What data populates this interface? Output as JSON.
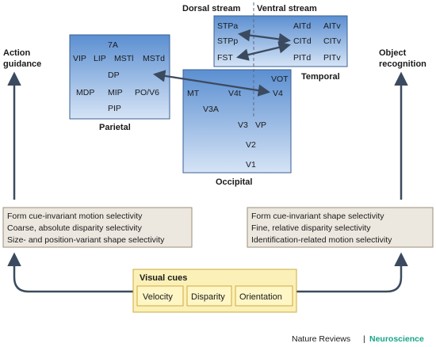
{
  "streams": {
    "dorsal": "Dorsal stream",
    "ventral": "Ventral stream"
  },
  "sides": {
    "left_line1": "Action",
    "left_line2": "guidance",
    "right_line1": "Object",
    "right_line2": "recognition"
  },
  "regions": {
    "parietal": {
      "title": "Parietal",
      "areas": [
        "7A",
        "VIP",
        "LIP",
        "MSTl",
        "MSTd",
        "DP",
        "MDP",
        "MIP",
        "PO/V6",
        "PIP"
      ]
    },
    "temporal": {
      "title": "Temporal",
      "areas": [
        "STPa",
        "AITd",
        "AITv",
        "STPp",
        "CITd",
        "CITv",
        "FST",
        "PITd",
        "PITv"
      ]
    },
    "occipital": {
      "title": "Occipital",
      "areas": [
        "VOT",
        "MT",
        "V4t",
        "V4",
        "V3A",
        "V3",
        "VP",
        "V2",
        "V1"
      ]
    }
  },
  "dorsal_properties": [
    "Form cue-invariant motion selectivity",
    "Coarse, absolute disparity selectivity",
    "Size- and position-variant shape selectivity"
  ],
  "ventral_properties": [
    "Form cue-invariant shape selectivity",
    "Fine, relative disparity selectivity",
    "Identification-related motion selectivity"
  ],
  "visual_cues": {
    "title": "Visual cues",
    "items": [
      "Velocity",
      "Disparity",
      "Orientation"
    ]
  },
  "credit": {
    "journal": "Nature Reviews",
    "separator": "|",
    "field": "Neuroscience"
  },
  "colors": {
    "region_top": "#5b8fd1",
    "region_bottom": "#d6e4f6",
    "region_border": "#3a5f94",
    "arrow": "#3b4a5e",
    "property_box_fill": "#ede8df",
    "property_box_border": "#9b8e79",
    "cue_box_fill": "#fbf1b8",
    "cue_box_border": "#cfa93d",
    "cue_item_fill": "#fff6c6",
    "accent": "#17a589"
  }
}
